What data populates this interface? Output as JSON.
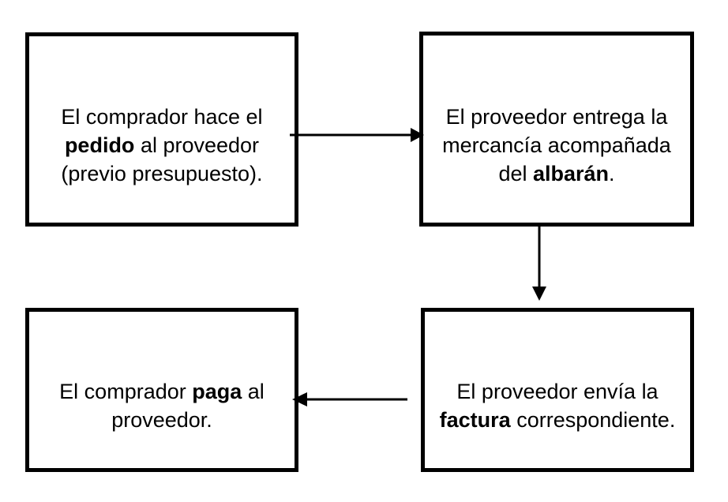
{
  "flowchart": {
    "background_color": "#ffffff",
    "box_border_color": "#000000",
    "text_color": "#000000",
    "arrow_color": "#000000",
    "boxes": [
      {
        "id": "pedido",
        "lines": [
          [
            {
              "t": "El comprador hace el",
              "b": false
            }
          ],
          [
            {
              "t": "pedido",
              "b": true
            },
            {
              "t": " al proveedor",
              "b": false
            }
          ],
          [
            {
              "t": "(previo presupuesto).",
              "b": false
            }
          ]
        ]
      },
      {
        "id": "albaran",
        "lines": [
          [
            {
              "t": "El proveedor entrega la",
              "b": false
            }
          ],
          [
            {
              "t": "mercancía acompañada",
              "b": false
            }
          ],
          [
            {
              "t": "del ",
              "b": false
            },
            {
              "t": "albarán",
              "b": true
            },
            {
              "t": ".",
              "b": false
            }
          ]
        ]
      },
      {
        "id": "factura",
        "lines": [
          [
            {
              "t": "El proveedor envía la",
              "b": false
            }
          ],
          [
            {
              "t": "factura",
              "b": true
            },
            {
              "t": " correspondiente.",
              "b": false
            }
          ]
        ]
      },
      {
        "id": "paga",
        "lines": [
          [
            {
              "t": "El comprador ",
              "b": false
            },
            {
              "t": "paga",
              "b": true
            },
            {
              "t": " al",
              "b": false
            }
          ],
          [
            {
              "t": "proveedor.",
              "b": false
            }
          ]
        ]
      }
    ],
    "arrows": [
      {
        "from": "pedido",
        "to": "albaran",
        "direction": "right"
      },
      {
        "from": "albaran",
        "to": "factura",
        "direction": "down"
      },
      {
        "from": "factura",
        "to": "paga",
        "direction": "left"
      }
    ]
  }
}
